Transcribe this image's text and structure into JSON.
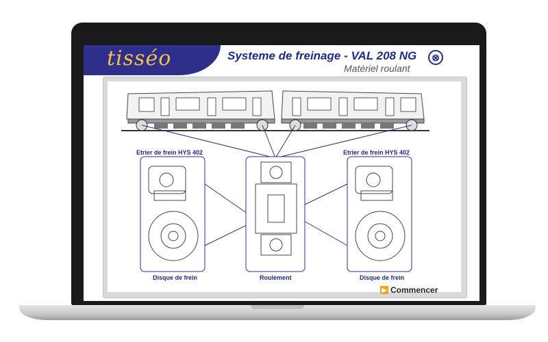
{
  "app": {
    "logo_text": "tisséo",
    "title": "Systeme de freinage - VAL 208 NG",
    "subtitle": "Matériel roulant",
    "close_label": "⊗"
  },
  "diagram": {
    "left_caption_top": "Etrier de frein HYS 402",
    "left_caption_bottom": "Disque de frein",
    "center_caption": "Roulement",
    "right_caption_top": "Etrier de frein HYS 402",
    "right_caption_bottom": "Disque de frein"
  },
  "actions": {
    "start_label": "Commencer"
  },
  "colors": {
    "brand_blue": "#2d2f8a",
    "brand_gold": "#f2c14e",
    "accent_orange": "#f2a51c"
  }
}
